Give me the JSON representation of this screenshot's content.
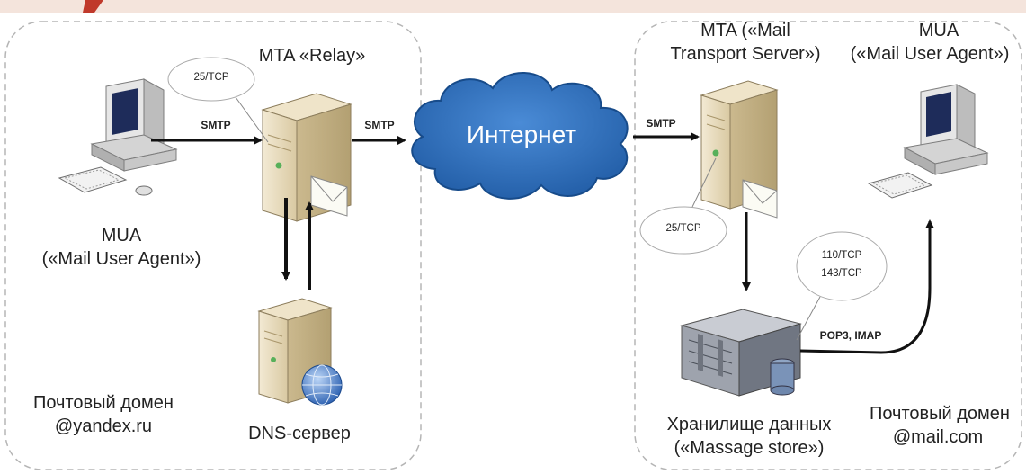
{
  "left_domain": {
    "client_name": "MUA",
    "client_full": "(«Mail User Agent»)",
    "relay_title": "MTA «Relay»",
    "port_relay": "25/TCP",
    "smtp_1": "SMTP",
    "smtp_2": "SMTP",
    "dns_name": "DNS-сервер",
    "domain_line1": "Почтовый домен",
    "domain_line2": "@yandex.ru"
  },
  "internet": {
    "label": "Интернет"
  },
  "right_domain": {
    "mta_line1": "MTA («Mail",
    "mta_line2": "Transport Server»)",
    "smtp_3": "SMTP",
    "port_mta": "25/TCP",
    "client_name": "MUA",
    "client_full": "(«Mail User Agent»)",
    "port_pop": "110/TCP",
    "port_imap": "143/TCP",
    "protocols": "POP3, IMAP",
    "store_line1": "Хранилище данных",
    "store_line2": "(«Massage store»)",
    "domain_line1": "Почтовый домен",
    "domain_line2": "@mail.com"
  },
  "colors": {
    "cloud": "#2f6fb8",
    "accent_top": "#f4e4dc",
    "server": "#e8dcc0"
  }
}
